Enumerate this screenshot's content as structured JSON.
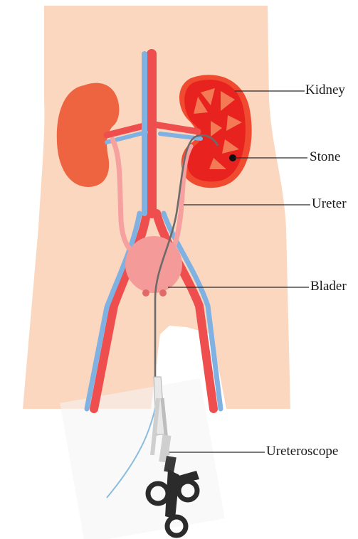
{
  "labels": {
    "kidney": "Kidney",
    "stone": "Stone",
    "ureter": "Ureter",
    "bladder": "Blader",
    "ureteroscope": "Ureteroscope"
  },
  "colors": {
    "skin": "#fbd7bf",
    "kidney_left": "#ee6440",
    "kidney_right": "#e8231f",
    "kidney_medulla": "#f06a4a",
    "artery": "#ee4e4e",
    "vein": "#7fb1e2",
    "ureter": "#f6a0a0",
    "bladder": "#f49a98",
    "scope_cable": "#6b6b6b",
    "scope_handle": "#2b2b2b",
    "stone": "#111111",
    "leader_line": "#2a2a2a"
  }
}
